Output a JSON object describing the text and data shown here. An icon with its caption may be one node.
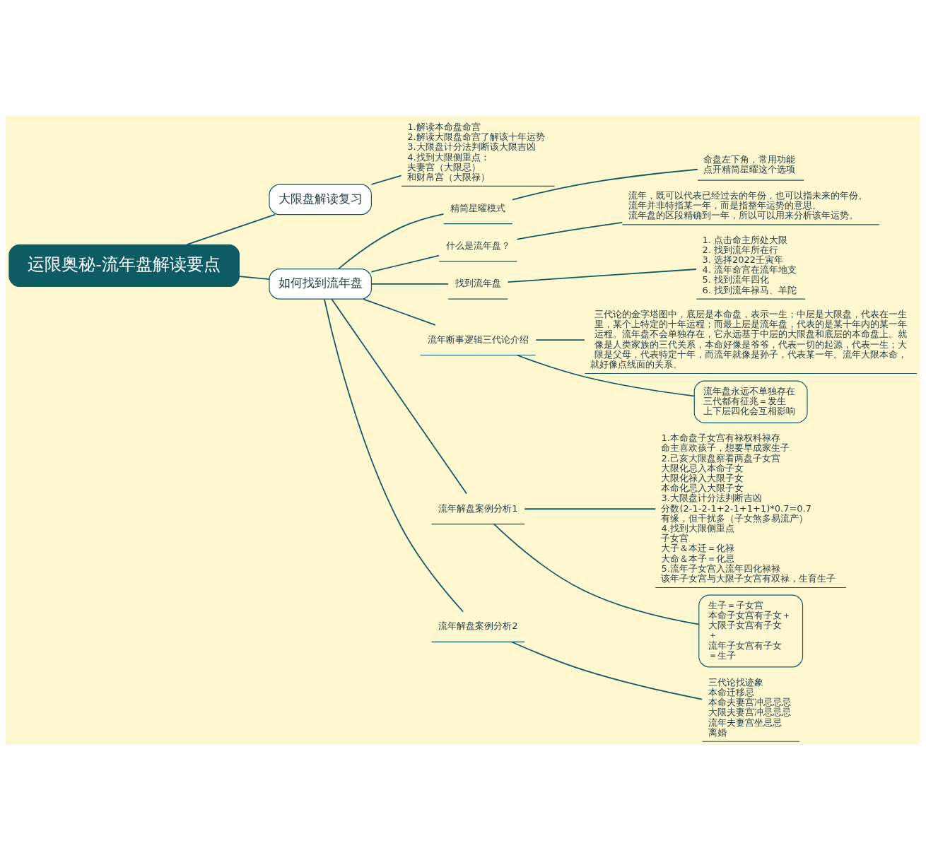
{
  "diagram": {
    "nodes": [
      {
        "text": [
          "运限奥秘-流年盘解读要点"
        ]
      },
      {
        "text": [
          "大限盘解读复习"
        ]
      },
      {
        "text": [
          "1.解读本命盘命宫",
          "2.解读大限盘命宫了解该十年运势",
          "3.大限盘计分法判断该大限吉凶",
          "4.找到大限侧重点：",
          "夫妻宫（大限忌）",
          "和财帛宫（大限禄）"
        ]
      },
      {
        "text": [
          "如何找到流年盘"
        ]
      },
      {
        "text": [
          "精简星曜模式"
        ]
      },
      {
        "text": [
          "命盘左下角，常用功能",
          "点开精简星曜这个选项"
        ]
      },
      {
        "text": [
          "什么是流年盘？"
        ]
      },
      {
        "text": [
          "流年，既可以代表已经过去的年份，也可以指未来的年份。",
          "流年并非特指某一年，而是指整年运势的意思。",
          "流年盘的区段精确到一年，所以可以用来分析该年运势。"
        ]
      },
      {
        "text": [
          "找到流年盘"
        ]
      },
      {
        "text": [
          "1. 点击命主所处大限",
          "2. 找到流年所在行",
          "3. 选择2022壬寅年",
          "4. 流年命宫在流年地支",
          "5. 找到流年四化",
          "6. 找到流年禄马、羊陀"
        ]
      },
      {
        "text": [
          "流年断事逻辑三代论介绍"
        ]
      },
      {
        "text": [
          "三代论的金字塔图中，底层是本命盘，表示一生；中层是大限盘，代表在一生里，某个上特定的十年运程；而最上层是流年盘，代表的是某十年内的某一年运程。流年盘不会单独存在，它永远基于中层的大限盘和底层的本命盘上。就像是人类家族的三代关系，本命好像是爷爷，代表一切的起源，代表一生；大限是父母，代表特定十年，而流年就像是孙子，代表某一年。流年大限本命，就好像点线面的关系。"
        ]
      },
      {
        "text": [
          "流年盘永远不单独存在",
          "三代都有征兆＝发生",
          "上下层四化会互相影响"
        ]
      },
      {
        "text": [
          "流年解盘案例分析1"
        ]
      },
      {
        "text": [
          "1.本命盘子女宫有禄权科禄存",
          "命主喜欢孩子，想要早成家生子",
          "2.己亥大限盘察看两盘子女宫",
          "大限化忌入本命子女",
          "大限化禄入大限子女",
          "本命化忌入大限子女",
          "3.大限盘计分法判断吉凶",
          "分数(2-1-2-1+2-1+1+1)*0.7=0.7",
          "有缘，但干扰多（子女煞多易流产）",
          "4.找到大限侧重点",
          "子女宫",
          "大子＆本迁＝化禄",
          "大命＆本子＝化忌",
          "5.流年子女宫入流年四化禄禄",
          "该年子女宫与大限子女宫有双禄，生育生子"
        ]
      },
      {
        "text": [
          "生子＝子女宫",
          "本命子女宫有子女＋",
          "大限子女宫有子女",
          "＋",
          "流年子女宫有子女",
          "＝生子"
        ]
      },
      {
        "text": [
          "流年解盘案例分析2"
        ]
      },
      {
        "text": [
          "三代论找迹象",
          "本命迁移忌",
          "本命夫妻宫冲忌忌忌",
          "大限夫妻宫冲忌忌忌",
          "流年夫妻宫坐忌忌",
          "离婚"
        ]
      }
    ],
    "edges": [
      {
        "from": 0,
        "to": 1,
        "arrow": "none"
      },
      {
        "from": 1,
        "to": 2,
        "arrow": "none"
      },
      {
        "from": 0,
        "to": 3,
        "arrow": "none"
      },
      {
        "from": 3,
        "to": 4,
        "arrow": "none"
      },
      {
        "from": 4,
        "to": 5,
        "arrow": "none"
      },
      {
        "from": 3,
        "to": 6,
        "arrow": "none"
      },
      {
        "from": 6,
        "to": 7,
        "arrow": "none"
      },
      {
        "from": 3,
        "to": 8,
        "arrow": "none"
      },
      {
        "from": 8,
        "to": 9,
        "arrow": "none"
      },
      {
        "from": 3,
        "to": 10,
        "arrow": "none"
      },
      {
        "from": 10,
        "to": 11,
        "arrow": "none"
      },
      {
        "from": 10,
        "to": 12,
        "arrow": "none"
      },
      {
        "from": 3,
        "to": 13,
        "arrow": "none"
      },
      {
        "from": 13,
        "to": 14,
        "arrow": "none"
      },
      {
        "from": 13,
        "to": 15,
        "arrow": "none"
      },
      {
        "from": 3,
        "to": 16,
        "arrow": "none"
      },
      {
        "from": 16,
        "to": 17,
        "arrow": "none"
      }
    ]
  }
}
